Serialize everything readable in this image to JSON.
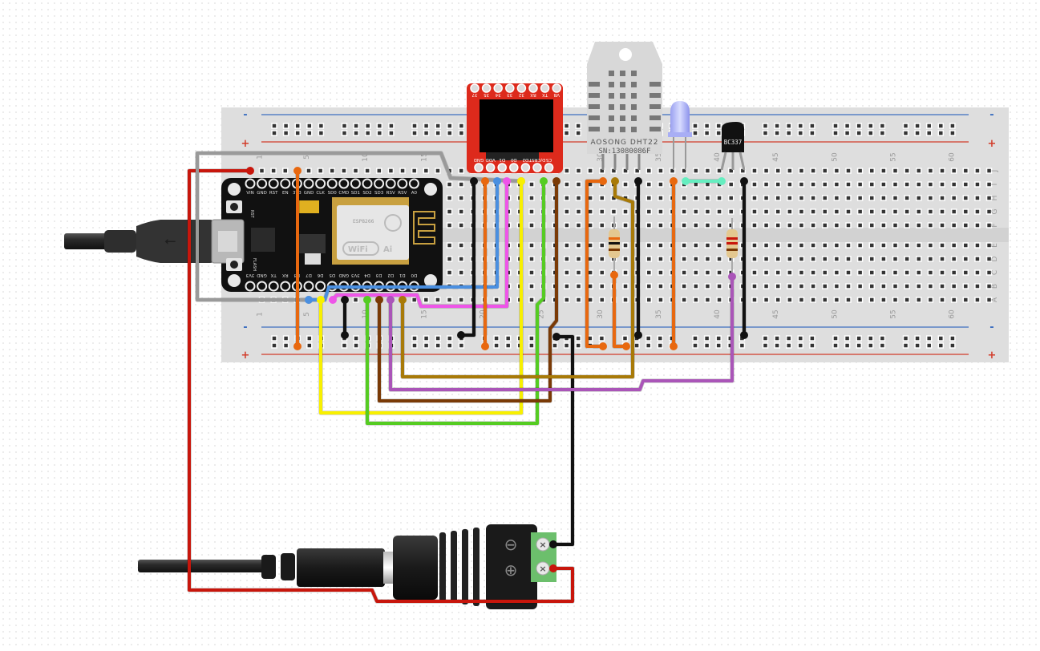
{
  "diagram": {
    "title": "NodeMCU breadboard wiring (Fritzing-style)",
    "breadboard": {
      "rail_minus_label": "-",
      "rail_plus_label": "+",
      "row_labels_top": [
        "J",
        "I",
        "H",
        "G",
        "F"
      ],
      "row_labels_bottom": [
        "E",
        "D",
        "C",
        "B",
        "A"
      ],
      "column_numbers": [
        "1",
        "5",
        "10",
        "15",
        "20",
        "25",
        "30",
        "35",
        "40",
        "45",
        "50",
        "55",
        "60"
      ],
      "columns": 63
    },
    "nodemcu": {
      "top_pins": [
        "VIN",
        "GND",
        "RST",
        "EN",
        "3V3",
        "GND",
        "CLK",
        "SD0",
        "CMD",
        "SD1",
        "SD2",
        "SD3",
        "RSV",
        "RSV",
        "A0"
      ],
      "bottom_pins": [
        "3V3",
        "GND",
        "TX",
        "RX",
        "D8",
        "D7",
        "D6",
        "D5",
        "GND",
        "3V3",
        "D4",
        "D3",
        "D2",
        "D1",
        "D0"
      ],
      "button_rst": "RST",
      "button_flash": "FLASH",
      "module_brand": "Ai",
      "module_wifi": "WiFi",
      "module_model": "ESP8266"
    },
    "oled": {
      "top_pins": [
        "37",
        "35",
        "34",
        "33",
        "32",
        "RX",
        "TX",
        "VB"
      ],
      "bottom_pins": [
        "GND",
        "VDD",
        "D1",
        "D0",
        "D2",
        "D/CRST",
        "CS"
      ]
    },
    "dht22": {
      "line1": "AOSONG DHT22",
      "line2": "SN:13080086F"
    },
    "transistor": {
      "label": "BC337"
    },
    "dc_jack": {
      "minus_symbol": "⊖",
      "plus_symbol": "⊕"
    },
    "wire_colors": {
      "red": "#c8160c",
      "gray": "#9a9a9a",
      "orange": "#e8680f",
      "black": "#111111",
      "blue": "#4a8fe0",
      "pink": "#ee55e8",
      "yellow": "#f8f000",
      "green": "#55cc22",
      "brown": "#7a3a06",
      "purple": "#aa55b8",
      "olive": "#a87a08",
      "mint": "#66eec0"
    }
  }
}
